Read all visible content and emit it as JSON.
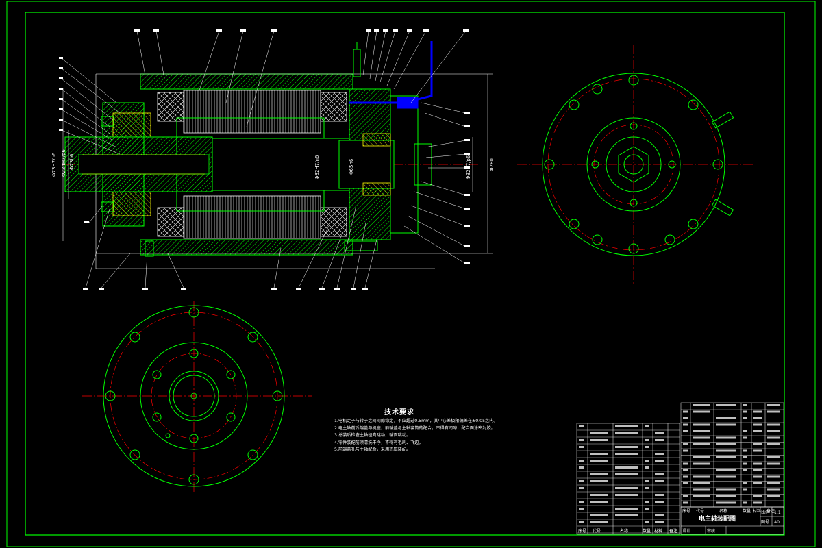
{
  "drawing": {
    "title": "电主轴装配图",
    "scale": "1:1",
    "sheet_size": "A0"
  },
  "dimensions": {
    "d1": "Φ73H7/p6",
    "d2": "Φ224H7/p6",
    "d3": "Φ73h6",
    "d4": "Φ82H7/n6",
    "d5": "Φ65h6",
    "d6": "Φ82H7/p6",
    "d7": "Φ280"
  },
  "technical_requirements": {
    "title": "技术要求",
    "items": [
      "1.电机定子与转子之间间隙稳定，不应超过0.5mm，其中心差极限偏差在±0.05之内。",
      "2.电主轴前后端盖与机座，前端盖与主轴套筒的配合，不得有间隙，配合面涂密封胶。",
      "3.总装后检查主轴径向跳动，端面跳动。",
      "4.零件装配前须清洗干净，不得有毛刺、飞边。",
      "5.前端盖孔与主轴配合，采用热压装配。"
    ]
  },
  "title_block": {
    "col_no": "序号",
    "col_code": "代号",
    "col_name": "名称",
    "col_qty": "数量",
    "col_material": "材料",
    "col_remarks": "备注",
    "label_scale": "比例",
    "label_sheet": "图号",
    "label_design": "设计",
    "label_check": "审核"
  },
  "colors": {
    "frame": "#00ff00",
    "centerline": "#ff0000",
    "lead": "#ffffff",
    "coolant": "#0000ff",
    "section": "#00ff00"
  }
}
